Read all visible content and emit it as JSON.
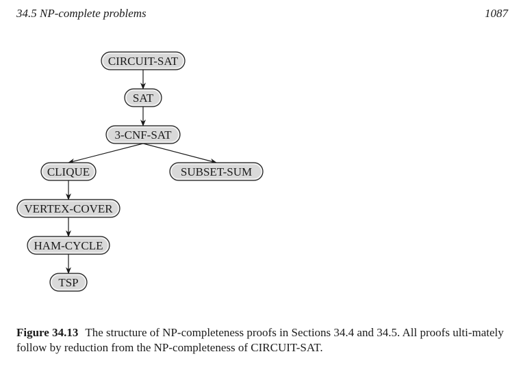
{
  "running_head": {
    "section": "34.5 NP-complete problems",
    "page_number": "1087"
  },
  "diagram": {
    "nodes": [
      {
        "id": "circuit-sat",
        "label": "CIRCUIT-SAT"
      },
      {
        "id": "sat",
        "label": "SAT"
      },
      {
        "id": "3-cnf-sat",
        "label": "3-CNF-SAT"
      },
      {
        "id": "clique",
        "label": "CLIQUE"
      },
      {
        "id": "subset-sum",
        "label": "SUBSET-SUM"
      },
      {
        "id": "vertex-cover",
        "label": "VERTEX-COVER"
      },
      {
        "id": "ham-cycle",
        "label": "HAM-CYCLE"
      },
      {
        "id": "tsp",
        "label": "TSP"
      }
    ],
    "edges": [
      {
        "from": "circuit-sat",
        "to": "sat"
      },
      {
        "from": "sat",
        "to": "3-cnf-sat"
      },
      {
        "from": "3-cnf-sat",
        "to": "clique"
      },
      {
        "from": "3-cnf-sat",
        "to": "subset-sum"
      },
      {
        "from": "clique",
        "to": "vertex-cover"
      },
      {
        "from": "vertex-cover",
        "to": "ham-cycle"
      },
      {
        "from": "ham-cycle",
        "to": "tsp"
      }
    ]
  },
  "caption": {
    "label": "Figure 34.13",
    "text": "The structure of NP-completeness proofs in Sections 34.4 and 34.5. All proofs ulti-mately follow by reduction from the NP-completeness of CIRCUIT-SAT."
  }
}
